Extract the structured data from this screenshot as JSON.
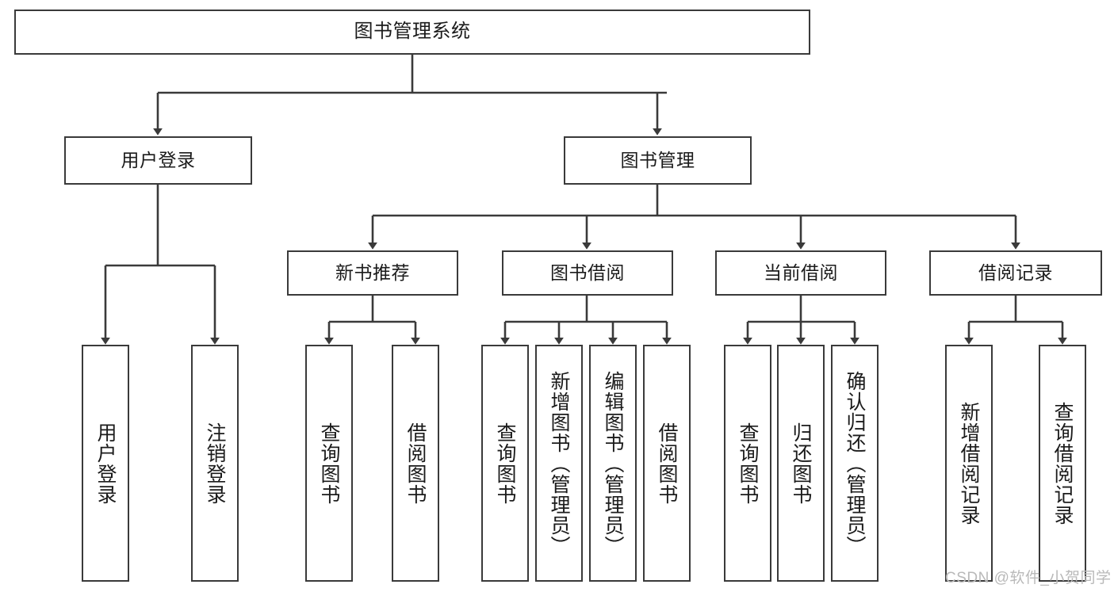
{
  "diagram": {
    "title": "图书管理系统",
    "type": "tree-hierarchy-diagram",
    "root": {
      "label": "图书管理系统"
    },
    "level2": [
      {
        "label": "用户登录"
      },
      {
        "label": "图书管理"
      }
    ],
    "level3": [
      {
        "label": "新书推荐"
      },
      {
        "label": "图书借阅"
      },
      {
        "label": "当前借阅"
      },
      {
        "label": "借阅记录"
      }
    ],
    "leaves": {
      "user_login": [
        {
          "label": "用户登录"
        },
        {
          "label": "注销登录"
        }
      ],
      "new_book_recommend": [
        {
          "label": "查询图书"
        },
        {
          "label": "借阅图书"
        }
      ],
      "book_borrow": [
        {
          "label": "查询图书"
        },
        {
          "label": "新增图书（管理员）"
        },
        {
          "label": "编辑图书（管理员）"
        },
        {
          "label": "借阅图书"
        }
      ],
      "current_borrow": [
        {
          "label": "查询图书"
        },
        {
          "label": "归还图书"
        },
        {
          "label": "确认归还（管理员）"
        }
      ],
      "borrow_record": [
        {
          "label": "新增借阅记录"
        },
        {
          "label": "查询借阅记录"
        }
      ]
    },
    "watermark": "CSDN @软件_小贺同学",
    "colors": {
      "stroke": "#3a3a3a",
      "background": "#ffffff",
      "text": "#1b1b1b",
      "watermark": "#b9b9b9"
    }
  }
}
